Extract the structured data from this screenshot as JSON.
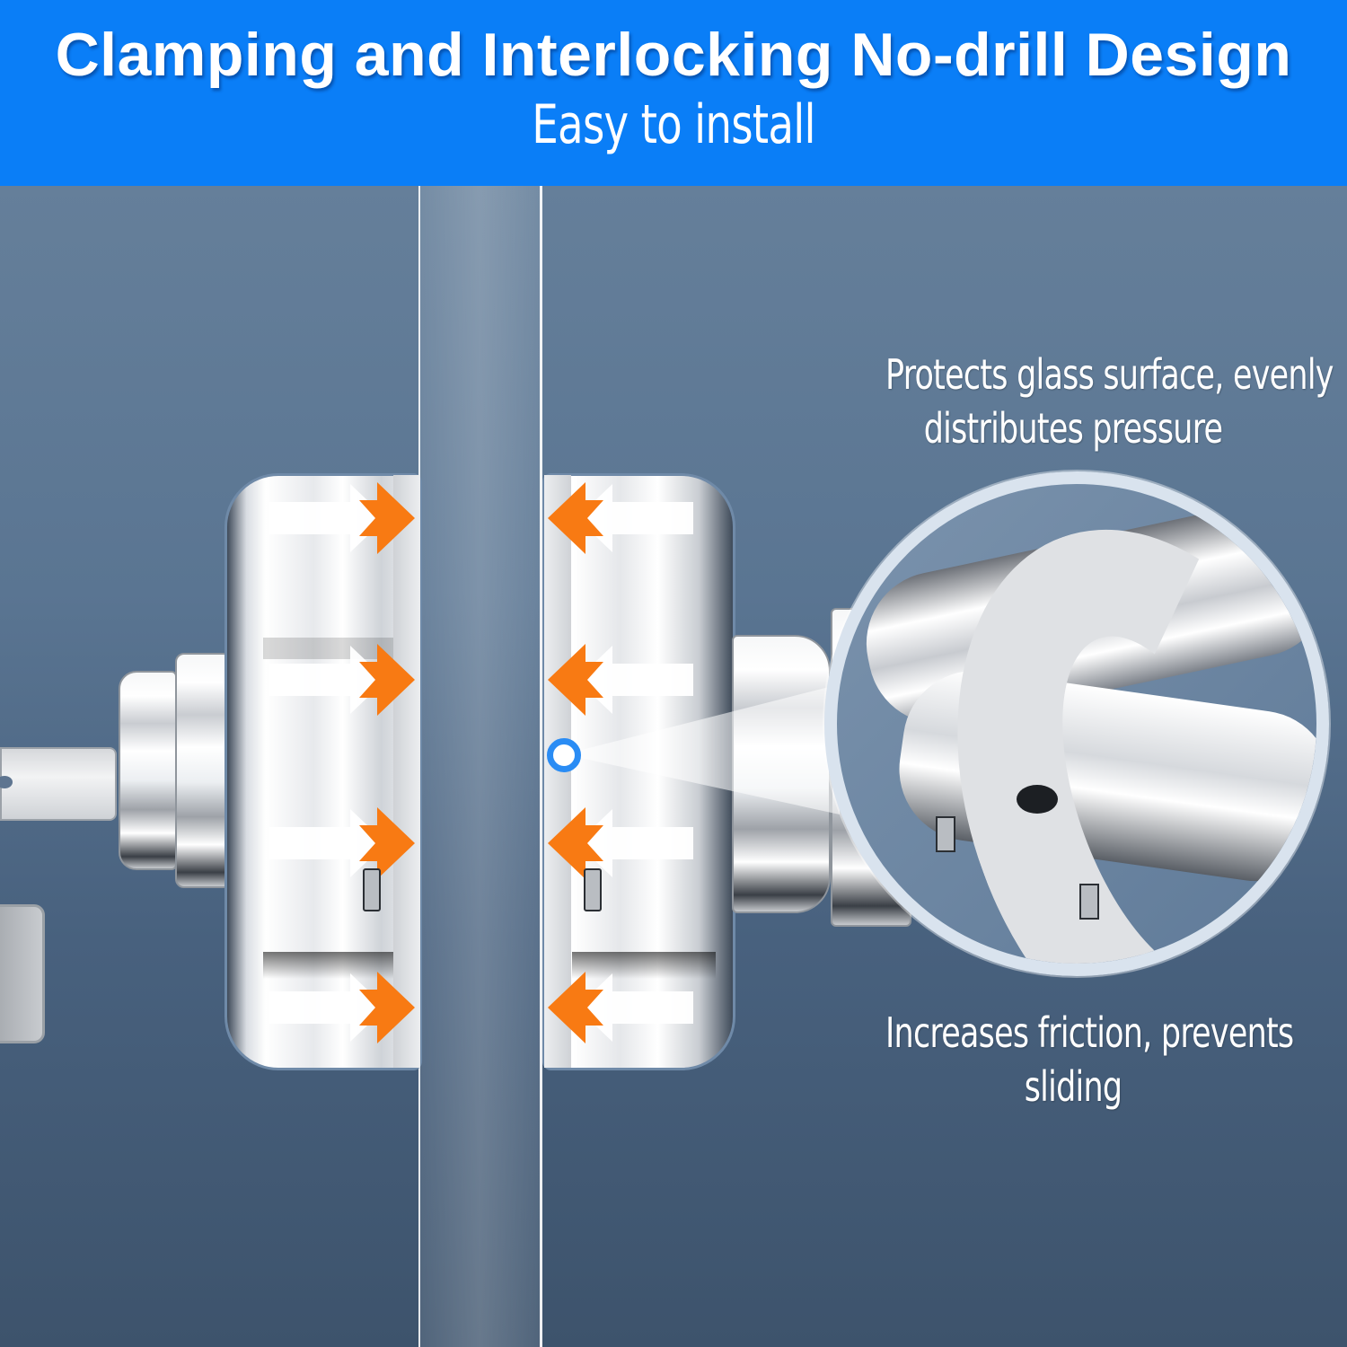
{
  "banner": {
    "title": "Clamping and Interlocking No-drill Design",
    "subtitle": "Easy to install",
    "background_color": "#0a7ef7"
  },
  "illustration": {
    "subject": "glass-door-lock-clamped-on-glass-panel",
    "background_color_top": "#657f9a",
    "background_color_bottom": "#3d536c",
    "arrow_color_primary": "#f87a13",
    "arrow_color_secondary": "#ffffff",
    "arrows_left_count": 4,
    "arrows_right_count": 4,
    "highlight_dot_color": "#2a8cf4"
  },
  "callouts": {
    "top": {
      "line1": "Protects glass surface, evenly",
      "line2": "distributes pressure"
    },
    "bottom": {
      "line1": "Increases friction, prevents",
      "line2": "sliding"
    }
  }
}
